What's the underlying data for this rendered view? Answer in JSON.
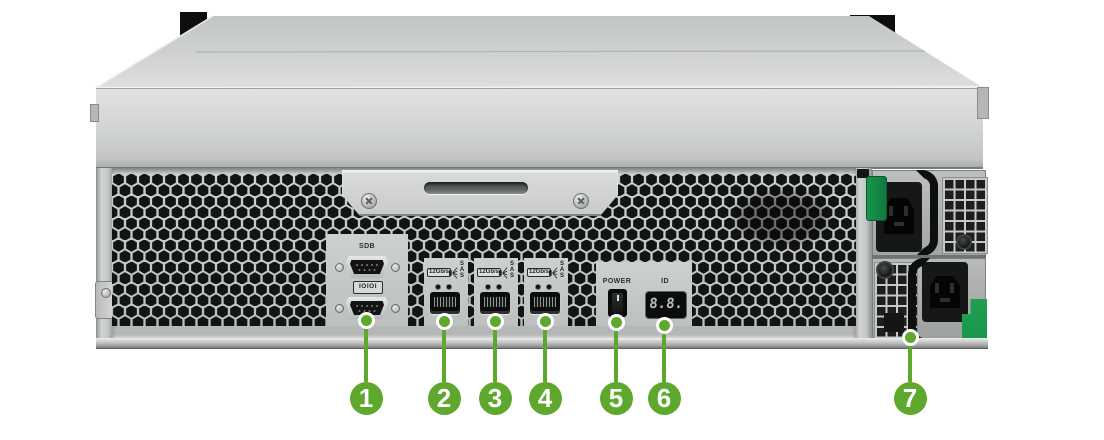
{
  "colors": {
    "callout_green": "#5ea82d",
    "latch_green": "#17944b"
  },
  "rear_panel": {
    "serial": {
      "sdb_label": "SDB",
      "console_label": "IOIOI"
    },
    "sas_ports": [
      {
        "speed": "12Gb/s",
        "name": "SAS"
      },
      {
        "speed": "12Gb/s",
        "name": "SAS"
      },
      {
        "speed": "12Gb/s",
        "name": "SAS"
      }
    ],
    "power_label": "POWER",
    "id_label": "ID",
    "id_display": "8.8."
  },
  "callouts": [
    {
      "number": "1",
      "target": "console-serial-ports"
    },
    {
      "number": "2",
      "target": "sas-port-1"
    },
    {
      "number": "3",
      "target": "sas-port-2"
    },
    {
      "number": "4",
      "target": "sas-port-3"
    },
    {
      "number": "5",
      "target": "power-switch"
    },
    {
      "number": "6",
      "target": "id-display"
    },
    {
      "number": "7",
      "target": "redundant-power-supply"
    }
  ]
}
